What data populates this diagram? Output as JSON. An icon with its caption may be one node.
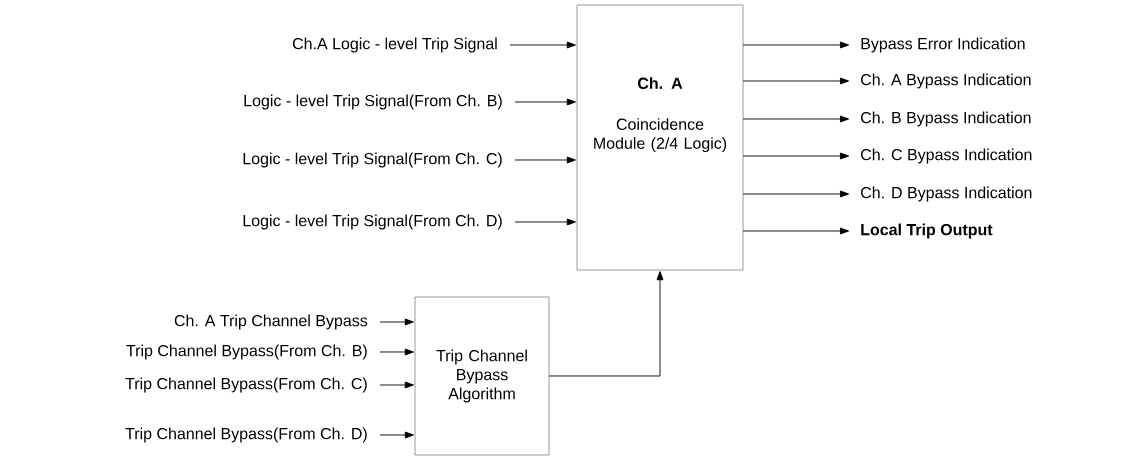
{
  "diagram": {
    "nodes": [
      {
        "text": [
          "Ch. A",
          "Coincidence Module (2/4 Logic)"
        ]
      },
      {
        "text": [
          "Ch.A Logic - level Trip Signal"
        ]
      },
      {
        "text": [
          "Logic - level Trip Signal(From Ch. B)"
        ]
      },
      {
        "text": [
          "Logic - level Trip Signal(From Ch. C)"
        ]
      },
      {
        "text": [
          "Logic - level Trip Signal(From Ch. D)"
        ]
      },
      {
        "text": [
          "Bypass Error Indication"
        ]
      },
      {
        "text": [
          "Ch. A Bypass Indication"
        ]
      },
      {
        "text": [
          "Ch. B Bypass Indication"
        ]
      },
      {
        "text": [
          "Ch. C Bypass Indication"
        ]
      },
      {
        "text": [
          "Ch. D Bypass Indication"
        ]
      },
      {
        "text": [
          "Local Trip Output"
        ]
      },
      {
        "text": [
          "Trip Channel Bypass Algorithm"
        ]
      },
      {
        "text": [
          "Ch. A Trip Channel Bypass"
        ]
      },
      {
        "text": [
          "Trip Channel Bypass(From Ch. B)"
        ]
      },
      {
        "text": [
          "Trip Channel Bypass(From Ch. C)"
        ]
      },
      {
        "text": [
          "Trip Channel Bypass(From Ch. D)"
        ]
      }
    ],
    "edges": [
      {
        "from": 1,
        "to": 0,
        "arrow": "to"
      },
      {
        "from": 2,
        "to": 0,
        "arrow": "to"
      },
      {
        "from": 3,
        "to": 0,
        "arrow": "to"
      },
      {
        "from": 4,
        "to": 0,
        "arrow": "to"
      },
      {
        "from": 0,
        "to": 5,
        "arrow": "to"
      },
      {
        "from": 0,
        "to": 6,
        "arrow": "to"
      },
      {
        "from": 0,
        "to": 7,
        "arrow": "to"
      },
      {
        "from": 0,
        "to": 8,
        "arrow": "to"
      },
      {
        "from": 0,
        "to": 9,
        "arrow": "to"
      },
      {
        "from": 0,
        "to": 10,
        "arrow": "to"
      },
      {
        "from": 12,
        "to": 11,
        "arrow": "to"
      },
      {
        "from": 13,
        "to": 11,
        "arrow": "to"
      },
      {
        "from": 14,
        "to": 11,
        "arrow": "to"
      },
      {
        "from": 15,
        "to": 11,
        "arrow": "to"
      },
      {
        "from": 11,
        "to": 0,
        "arrow": "to"
      }
    ]
  }
}
